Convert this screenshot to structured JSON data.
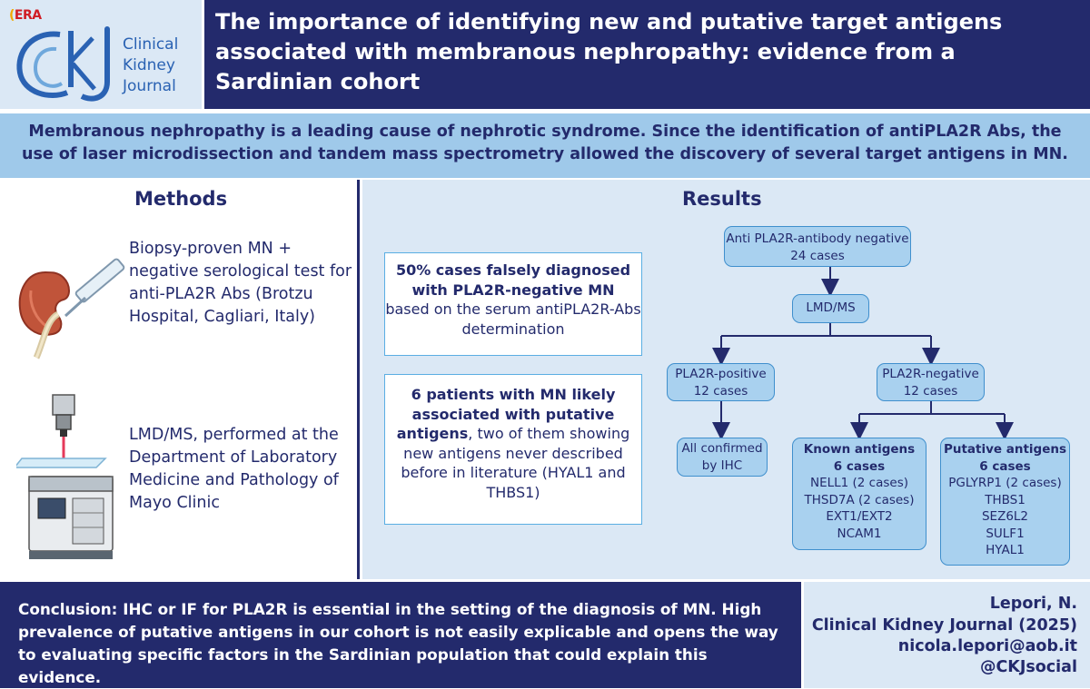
{
  "header": {
    "era_logo": "ERA",
    "journal_lines": [
      "Clinical",
      "Kidney",
      "Journal"
    ],
    "title": "The importance of identifying new and putative target antigens associated with membranous nephropathy: evidence from a Sardinian cohort"
  },
  "intro": {
    "text": "Membranous nephropathy is a leading cause of nephrotic syndrome. Since the identification of antiPLA2R Abs, the use of laser microdissection and tandem mass spectrometry allowed the discovery of several target antigens in MN."
  },
  "methods": {
    "heading": "Methods",
    "items": [
      {
        "text": "Biopsy-proven MN + negative serological test for anti-PLA2R Abs (Brotzu Hospital, Cagliari, Italy)",
        "icon": "kidney-biopsy-icon"
      },
      {
        "text": "LMD/MS, performed at the Department of Laboratory Medicine and Pathology of Mayo Clinic",
        "icon": "microscope-spectrometer-icon"
      }
    ]
  },
  "results": {
    "heading": "Results",
    "finding1": {
      "bold": "50% cases falsely diagnosed with PLA2R-negative MN",
      "rest": "based on the serum antiPLA2R-Abs determination"
    },
    "finding2": {
      "bold_a": "6 patients with MN likely associated with putative antigens",
      "rest": ", two of them showing new antigens never described before in literature (HYAL1 and THBS1)"
    },
    "flowchart": {
      "top": [
        "Anti PLA2R-antibody negative",
        "24 cases"
      ],
      "lmd": "LMD/MS",
      "positive": [
        "PLA2R-positive",
        "12 cases"
      ],
      "negative": [
        "PLA2R-negative",
        "12 cases"
      ],
      "confirmed": [
        "All confirmed",
        "by IHC"
      ],
      "known": {
        "title": "Known antigens",
        "count": "6 cases",
        "items": [
          "NELL1 (2 cases)",
          "THSD7A (2 cases)",
          "EXT1/EXT2",
          "NCAM1"
        ]
      },
      "putative": {
        "title": "Putative antigens",
        "count": "6 cases",
        "items": [
          "PGLYRP1 (2 cases)",
          "THBS1",
          "SEZ6L2",
          "SULF1",
          "HYAL1"
        ]
      }
    }
  },
  "conclusion": {
    "text": "Conclusion: IHC or IF for PLA2R is essential in the setting of the diagnosis of MN. High prevalence of putative antigens in our cohort is not easily explicable and opens the way to evaluating specific factors in the Sardinian population that could explain this evidence."
  },
  "citation": {
    "author": "Lepori, N.",
    "journal": "Clinical Kidney Journal (2025)",
    "email": "nicola.lepori@aob.it",
    "social": "@CKJsocial"
  },
  "colors": {
    "navy": "#232a6c",
    "light_blue": "#9fc9ea",
    "pale_blue": "#dbe8f5",
    "node_blue": "#a9d1ef",
    "accent_blue": "#3f8fcd"
  }
}
